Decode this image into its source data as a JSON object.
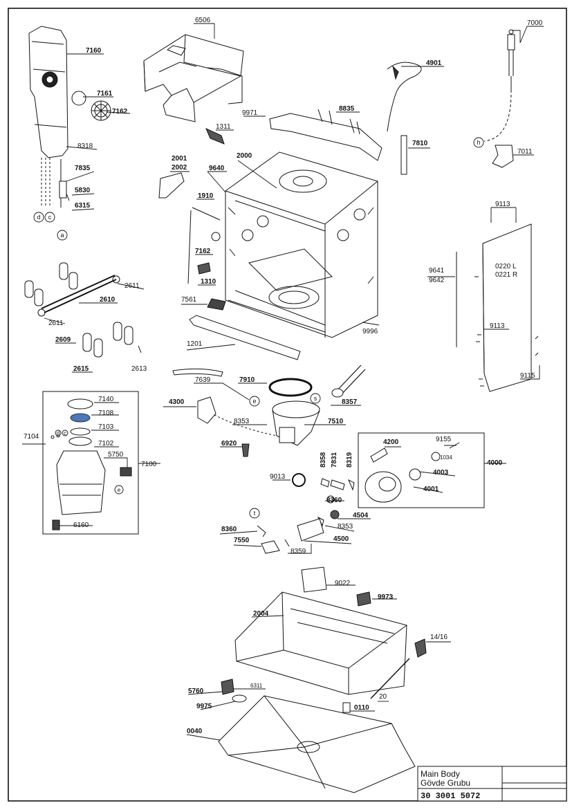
{
  "title_block": {
    "line1": "Main Body",
    "line2": "Gövde Grubu",
    "code": "30 3001 5072"
  },
  "parts": [
    {
      "id": "p6506",
      "text": "6506",
      "bold": false
    },
    {
      "id": "p7160",
      "text": "7160",
      "bold": true
    },
    {
      "id": "p7161",
      "text": "7161",
      "bold": true
    },
    {
      "id": "p7162a",
      "text": "7162",
      "bold": true
    },
    {
      "id": "p8318",
      "text": "8318",
      "bold": false
    },
    {
      "id": "p7835",
      "text": "7835",
      "bold": true
    },
    {
      "id": "p5830",
      "text": "5830",
      "bold": true
    },
    {
      "id": "p6315",
      "text": "6315",
      "bold": true
    },
    {
      "id": "p1311",
      "text": "1311",
      "bold": false
    },
    {
      "id": "p9971",
      "text": "9971",
      "bold": false
    },
    {
      "id": "p8835",
      "text": "8835",
      "bold": true
    },
    {
      "id": "p4901",
      "text": "4901",
      "bold": true
    },
    {
      "id": "p7000",
      "text": "7000",
      "bold": false
    },
    {
      "id": "p7810",
      "text": "7810",
      "bold": true
    },
    {
      "id": "p7011",
      "text": "7011",
      "bold": false
    },
    {
      "id": "p2001",
      "text": "2001",
      "bold": true
    },
    {
      "id": "p2002",
      "text": "2002",
      "bold": true
    },
    {
      "id": "p2000",
      "text": "2000",
      "bold": true
    },
    {
      "id": "p9640",
      "text": "9640",
      "bold": true
    },
    {
      "id": "p1910",
      "text": "1910",
      "bold": true
    },
    {
      "id": "p7162b",
      "text": "7162",
      "bold": true
    },
    {
      "id": "p1310",
      "text": "1310",
      "bold": true
    },
    {
      "id": "p7561",
      "text": "7561",
      "bold": false
    },
    {
      "id": "p2611a",
      "text": "2611",
      "bold": false
    },
    {
      "id": "p2610",
      "text": "2610",
      "bold": true
    },
    {
      "id": "p2611b",
      "text": "2611",
      "bold": false
    },
    {
      "id": "p2609",
      "text": "2609",
      "bold": true
    },
    {
      "id": "p2615",
      "text": "2615",
      "bold": true
    },
    {
      "id": "p2613",
      "text": "2613",
      "bold": false
    },
    {
      "id": "p1201",
      "text": "1201",
      "bold": false
    },
    {
      "id": "p9996",
      "text": "9996",
      "bold": false
    },
    {
      "id": "p9113a",
      "text": "9113",
      "bold": false
    },
    {
      "id": "p9641",
      "text": "9641",
      "bold": false
    },
    {
      "id": "p9642",
      "text": "9642",
      "bold": false
    },
    {
      "id": "p0220",
      "text": "0220 L",
      "bold": false
    },
    {
      "id": "p0221",
      "text": "0221 R",
      "bold": false
    },
    {
      "id": "p9113b",
      "text": "9113",
      "bold": false
    },
    {
      "id": "p9115",
      "text": "9115",
      "bold": false
    },
    {
      "id": "p7639",
      "text": "7639",
      "bold": false
    },
    {
      "id": "p7910",
      "text": "7910",
      "bold": true
    },
    {
      "id": "p8357",
      "text": "8357",
      "bold": true
    },
    {
      "id": "p4300",
      "text": "4300",
      "bold": true
    },
    {
      "id": "p8353a",
      "text": "8353",
      "bold": false
    },
    {
      "id": "p7510",
      "text": "7510",
      "bold": true
    },
    {
      "id": "p6920",
      "text": "6920",
      "bold": true
    },
    {
      "id": "p7140",
      "text": "7140",
      "bold": false
    },
    {
      "id": "p7108",
      "text": "7108",
      "bold": false
    },
    {
      "id": "p7103",
      "text": "7103",
      "bold": false
    },
    {
      "id": "p7104",
      "text": "7104",
      "bold": false
    },
    {
      "id": "p7102",
      "text": "7102",
      "bold": false
    },
    {
      "id": "p5750",
      "text": "5750",
      "bold": false
    },
    {
      "id": "p7100",
      "text": "7100",
      "bold": false
    },
    {
      "id": "p6160",
      "text": "6160",
      "bold": false
    },
    {
      "id": "p4200",
      "text": "4200",
      "bold": true
    },
    {
      "id": "p9155",
      "text": "9155",
      "bold": false
    },
    {
      "id": "p1034",
      "text": "1034",
      "bold": false
    },
    {
      "id": "p4000",
      "text": "4000",
      "bold": true
    },
    {
      "id": "p4003",
      "text": "4003",
      "bold": true
    },
    {
      "id": "p4001",
      "text": "4001",
      "bold": true
    },
    {
      "id": "p8358",
      "text": "8358",
      "bold": true
    },
    {
      "id": "p7831",
      "text": "7831",
      "bold": true
    },
    {
      "id": "p8319",
      "text": "8319",
      "bold": true
    },
    {
      "id": "p9013",
      "text": "9013",
      "bold": false
    },
    {
      "id": "p8360a",
      "text": "8360",
      "bold": true
    },
    {
      "id": "p4504",
      "text": "4504",
      "bold": true
    },
    {
      "id": "p8353b",
      "text": "8353",
      "bold": false
    },
    {
      "id": "p8360b",
      "text": "8360",
      "bold": true
    },
    {
      "id": "p7550",
      "text": "7550",
      "bold": true
    },
    {
      "id": "p8359",
      "text": "8359",
      "bold": false
    },
    {
      "id": "p4500",
      "text": "4500",
      "bold": true
    },
    {
      "id": "p9022",
      "text": "9022",
      "bold": false
    },
    {
      "id": "p9973",
      "text": "9973",
      "bold": true
    },
    {
      "id": "p2004",
      "text": "2004",
      "bold": true
    },
    {
      "id": "p1416",
      "text": "14/16",
      "bold": false
    },
    {
      "id": "p5760",
      "text": "5760",
      "bold": true
    },
    {
      "id": "p6311",
      "text": "6311",
      "bold": false
    },
    {
      "id": "p20",
      "text": "20",
      "bold": false
    },
    {
      "id": "p9975",
      "text": "9975",
      "bold": true
    },
    {
      "id": "p0110",
      "text": "0110",
      "bold": true
    },
    {
      "id": "p0040",
      "text": "0040",
      "bold": true
    }
  ],
  "callouts": [
    {
      "id": "cd",
      "text": "d"
    },
    {
      "id": "cc",
      "text": "c"
    },
    {
      "id": "ca",
      "text": "a"
    },
    {
      "id": "ch",
      "text": "h"
    },
    {
      "id": "ce",
      "text": "e"
    },
    {
      "id": "cs",
      "text": "s"
    },
    {
      "id": "cd2",
      "text": "d"
    },
    {
      "id": "cc2",
      "text": "c"
    },
    {
      "id": "ce2",
      "text": "e"
    },
    {
      "id": "ct",
      "text": "t"
    }
  ],
  "colors": {
    "ink": "#111111",
    "accent": "#4a78b8"
  }
}
